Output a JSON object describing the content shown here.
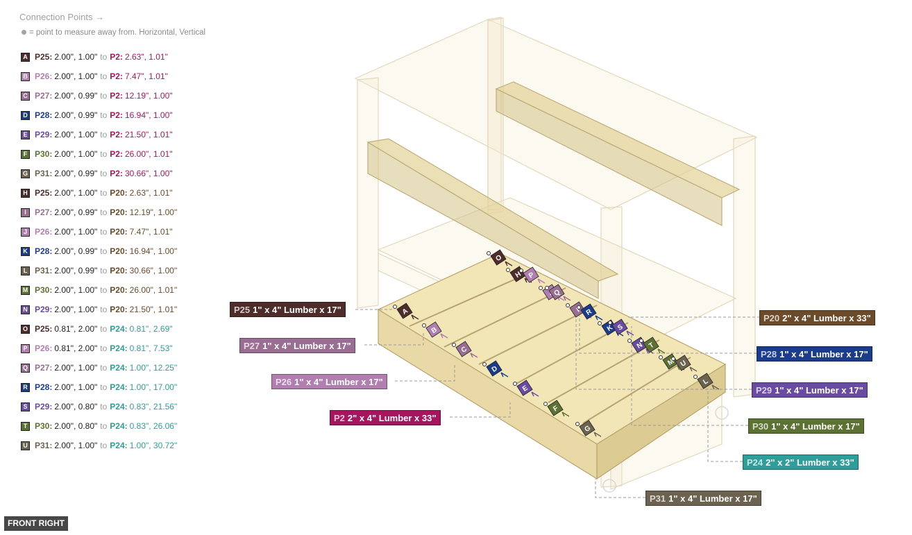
{
  "header": {
    "title": "Connection Points →",
    "note": "= point to measure away from. Horizontal, Vertical"
  },
  "view_label": "FRONT RIGHT",
  "colors": {
    "P25": "#4d2c2a",
    "P26": "#b27eb0",
    "P27": "#9a6d93",
    "P28": "#1b3b8c",
    "P29": "#6a4ba3",
    "P30": "#5c7232",
    "P31": "#6c6250",
    "P2": "#a8155f",
    "P20": "#6b4b2a",
    "P24": "#2d9e99"
  },
  "connections": [
    {
      "id": "A",
      "from": "P25",
      "from_val": "2.00\", 1.00\"",
      "to": "P2",
      "to_val": "2.63\", 1.01\""
    },
    {
      "id": "B",
      "from": "P26",
      "from_val": "2.00\", 1.00\"",
      "to": "P2",
      "to_val": "7.47\", 1.01\""
    },
    {
      "id": "C",
      "from": "P27",
      "from_val": "2.00\", 0.99\"",
      "to": "P2",
      "to_val": "12.19\", 1.00\""
    },
    {
      "id": "D",
      "from": "P28",
      "from_val": "2.00\", 0.99\"",
      "to": "P2",
      "to_val": "16.94\", 1.00\""
    },
    {
      "id": "E",
      "from": "P29",
      "from_val": "2.00\", 1.00\"",
      "to": "P2",
      "to_val": "21.50\", 1.01\""
    },
    {
      "id": "F",
      "from": "P30",
      "from_val": "2.00\", 1.00\"",
      "to": "P2",
      "to_val": "26.00\", 1.01\""
    },
    {
      "id": "G",
      "from": "P31",
      "from_val": "2.00\", 0.99\"",
      "to": "P2",
      "to_val": "30.66\", 1.00\""
    },
    {
      "id": "H",
      "from": "P25",
      "from_val": "2.00\", 1.00\"",
      "to": "P20",
      "to_val": "2.63\", 1.01\""
    },
    {
      "id": "I",
      "from": "P27",
      "from_val": "2.00\", 0.99\"",
      "to": "P20",
      "to_val": "12.19\", 1.00\""
    },
    {
      "id": "J",
      "from": "P26",
      "from_val": "2.00\", 1.00\"",
      "to": "P20",
      "to_val": "7.47\", 1.01\""
    },
    {
      "id": "K",
      "from": "P28",
      "from_val": "2.00\", 0.99\"",
      "to": "P20",
      "to_val": "16.94\", 1.00\""
    },
    {
      "id": "L",
      "from": "P31",
      "from_val": "2.00\", 0.99\"",
      "to": "P20",
      "to_val": "30.66\", 1.00\""
    },
    {
      "id": "M",
      "from": "P30",
      "from_val": "2.00\", 1.00\"",
      "to": "P20",
      "to_val": "26.00\", 1.01\""
    },
    {
      "id": "N",
      "from": "P29",
      "from_val": "2.00\", 1.00\"",
      "to": "P20",
      "to_val": "21.50\", 1.01\""
    },
    {
      "id": "O",
      "from": "P25",
      "from_val": "0.81\", 2.00\"",
      "to": "P24",
      "to_val": "0.81\", 2.69\""
    },
    {
      "id": "P",
      "from": "P26",
      "from_val": "0.81\", 2.00\"",
      "to": "P24",
      "to_val": "0.81\", 7.53\""
    },
    {
      "id": "Q",
      "from": "P27",
      "from_val": "2.00\", 1.00\"",
      "to": "P24",
      "to_val": "1.00\", 12.25\""
    },
    {
      "id": "R",
      "from": "P28",
      "from_val": "2.00\", 1.00\"",
      "to": "P24",
      "to_val": "1.00\", 17.00\""
    },
    {
      "id": "S",
      "from": "P29",
      "from_val": "2.00\", 0.80\"",
      "to": "P24",
      "to_val": "0.83\", 21.56\""
    },
    {
      "id": "T",
      "from": "P30",
      "from_val": "2.00\", 0.80\"",
      "to": "P24",
      "to_val": "0.83\", 26.06\""
    },
    {
      "id": "U",
      "from": "P31",
      "from_val": "2.00\", 1.00\"",
      "to": "P24",
      "to_val": "1.00\", 30.72\""
    }
  ],
  "part_labels": {
    "p25": {
      "id": "P25",
      "desc": "1\" x 4\" Lumber  x 17\""
    },
    "p27": {
      "id": "P27",
      "desc": "1\" x 4\" Lumber  x 17\""
    },
    "p26": {
      "id": "P26",
      "desc": "1\" x 4\" Lumber  x 17\""
    },
    "p2": {
      "id": "P2",
      "desc": "2\" x 4\" Lumber  x 33\""
    },
    "p20": {
      "id": "P20",
      "desc": "2\" x 4\" Lumber  x 33\""
    },
    "p28": {
      "id": "P28",
      "desc": "1\" x 4\" Lumber  x 17\""
    },
    "p29": {
      "id": "P29",
      "desc": "1\" x 4\" Lumber  x 17\""
    },
    "p30": {
      "id": "P30",
      "desc": "1\" x 4\" Lumber  x 17\""
    },
    "p24": {
      "id": "P24",
      "desc": "2\" x 2\" Lumber x 33\""
    },
    "p31": {
      "id": "P31",
      "desc": "1\" x 4\" Lumber  x 17\""
    }
  }
}
